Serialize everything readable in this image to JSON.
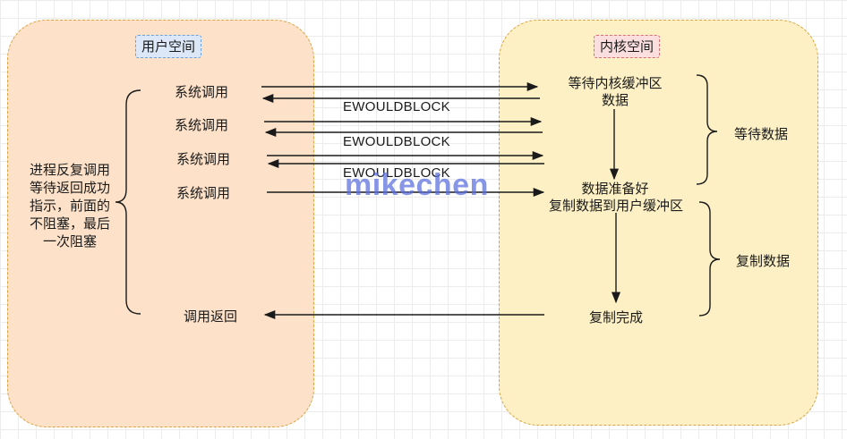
{
  "user_space": {
    "title": "用户空间",
    "calls": [
      "系统调用",
      "系统调用",
      "系统调用",
      "系统调用"
    ],
    "return_label": "调用返回",
    "note_lines": [
      "进程反复调用",
      "等待返回成功",
      "指示，前面的",
      "不阻塞，最后",
      "一次阻塞"
    ]
  },
  "kernel_space": {
    "title": "内核空间",
    "wait_buffer_lines": [
      "等待内核缓冲区",
      "数据"
    ],
    "data_ready": "数据准备好",
    "copy_to_user": "复制数据到用户缓冲区",
    "copy_done": "复制完成",
    "phase_wait": "等待数据",
    "phase_copy": "复制数据"
  },
  "responses": [
    "EWOULDBLOCK",
    "EWOULDBLOCK",
    "EWOULDBLOCK"
  ],
  "watermark": "mikechen",
  "colors": {
    "user_panel_fill": "#fde1c8",
    "kernel_panel_fill": "#fdf0c4",
    "panel_border": "#d9a441",
    "arrow": "#1a1a1a",
    "watermark": "#5b6fe0"
  }
}
